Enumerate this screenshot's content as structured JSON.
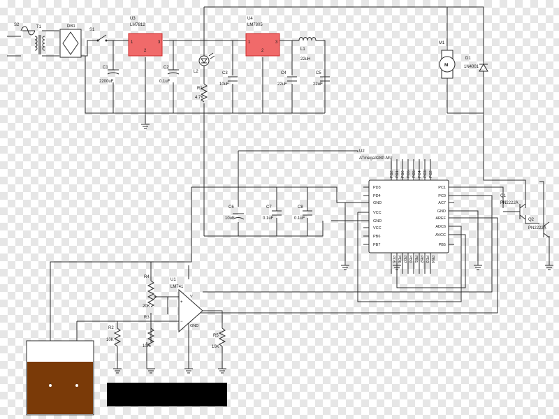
{
  "components": {
    "s2": "S2",
    "t1": "T1",
    "db1": "DB1",
    "s1": "S1",
    "u3": {
      "ref": "U3",
      "part": "LM7812",
      "pins": [
        "1",
        "2",
        "3"
      ]
    },
    "u4": {
      "ref": "U4",
      "part": "LM7805",
      "pins": [
        "1",
        "2",
        "3"
      ]
    },
    "c1": {
      "ref": "C1",
      "value": "2200uF"
    },
    "c2": {
      "ref": "C2",
      "value": "0.1uF"
    },
    "c3": {
      "ref": "C3",
      "value": "10uF"
    },
    "c4": {
      "ref": "C4",
      "value": "22uF"
    },
    "c5": {
      "ref": "C5",
      "value": "22uF"
    },
    "c6": {
      "ref": "C6",
      "value": "10uF"
    },
    "c7": {
      "ref": "C7",
      "value": "0.1uF"
    },
    "c8": {
      "ref": "C8",
      "value": "0.1uF"
    },
    "l1": {
      "ref": "L1",
      "value": "22uH"
    },
    "l2": "L2",
    "r1": {
      "ref": "R1",
      "value": "4.7K"
    },
    "r2": {
      "ref": "R2",
      "value": "10K"
    },
    "r3": {
      "ref": "R3",
      "value": "10K"
    },
    "r4": {
      "ref": "R4",
      "value": "20K"
    },
    "r5": {
      "ref": "R5",
      "value": "10K"
    },
    "m1": {
      "ref": "M1",
      "symbol": "M"
    },
    "d1": {
      "ref": "D1",
      "part": "1N4001"
    },
    "q1": {
      "ref": "Q1",
      "part": "PN2222A"
    },
    "q2": {
      "ref": "Q2",
      "part": "PN2222A"
    },
    "u1": {
      "ref": "U1",
      "part": "LM741",
      "plus": "+",
      "minus": "−",
      "v": "V",
      "gnd": "GND"
    },
    "u2": {
      "ref": "U2",
      "part": "ATmega328P-MU",
      "top_pins": [
        "PD2",
        "PD1",
        "PD0",
        "PC6",
        "PC5",
        "PC4",
        "PC3",
        "PC2"
      ],
      "left_pins": [
        "PD3",
        "PD4",
        "GND",
        "VCC",
        "GND",
        "VCC",
        "PB6",
        "PB7"
      ],
      "right_pins": [
        "PC1",
        "PC0",
        "AC7",
        "GND",
        "AREF",
        "ADC6",
        "AVCC",
        "PB5"
      ],
      "bottom_pins": [
        "PD5",
        "PD6",
        "PD7",
        "PB0",
        "PB1",
        "PB2",
        "PB3",
        "PB4"
      ]
    }
  },
  "colors": {
    "regulator_fill": "#f06a6a",
    "tank_liquid": "#7a3a08",
    "bar": "#000000",
    "wire": "#2b2b2b"
  }
}
